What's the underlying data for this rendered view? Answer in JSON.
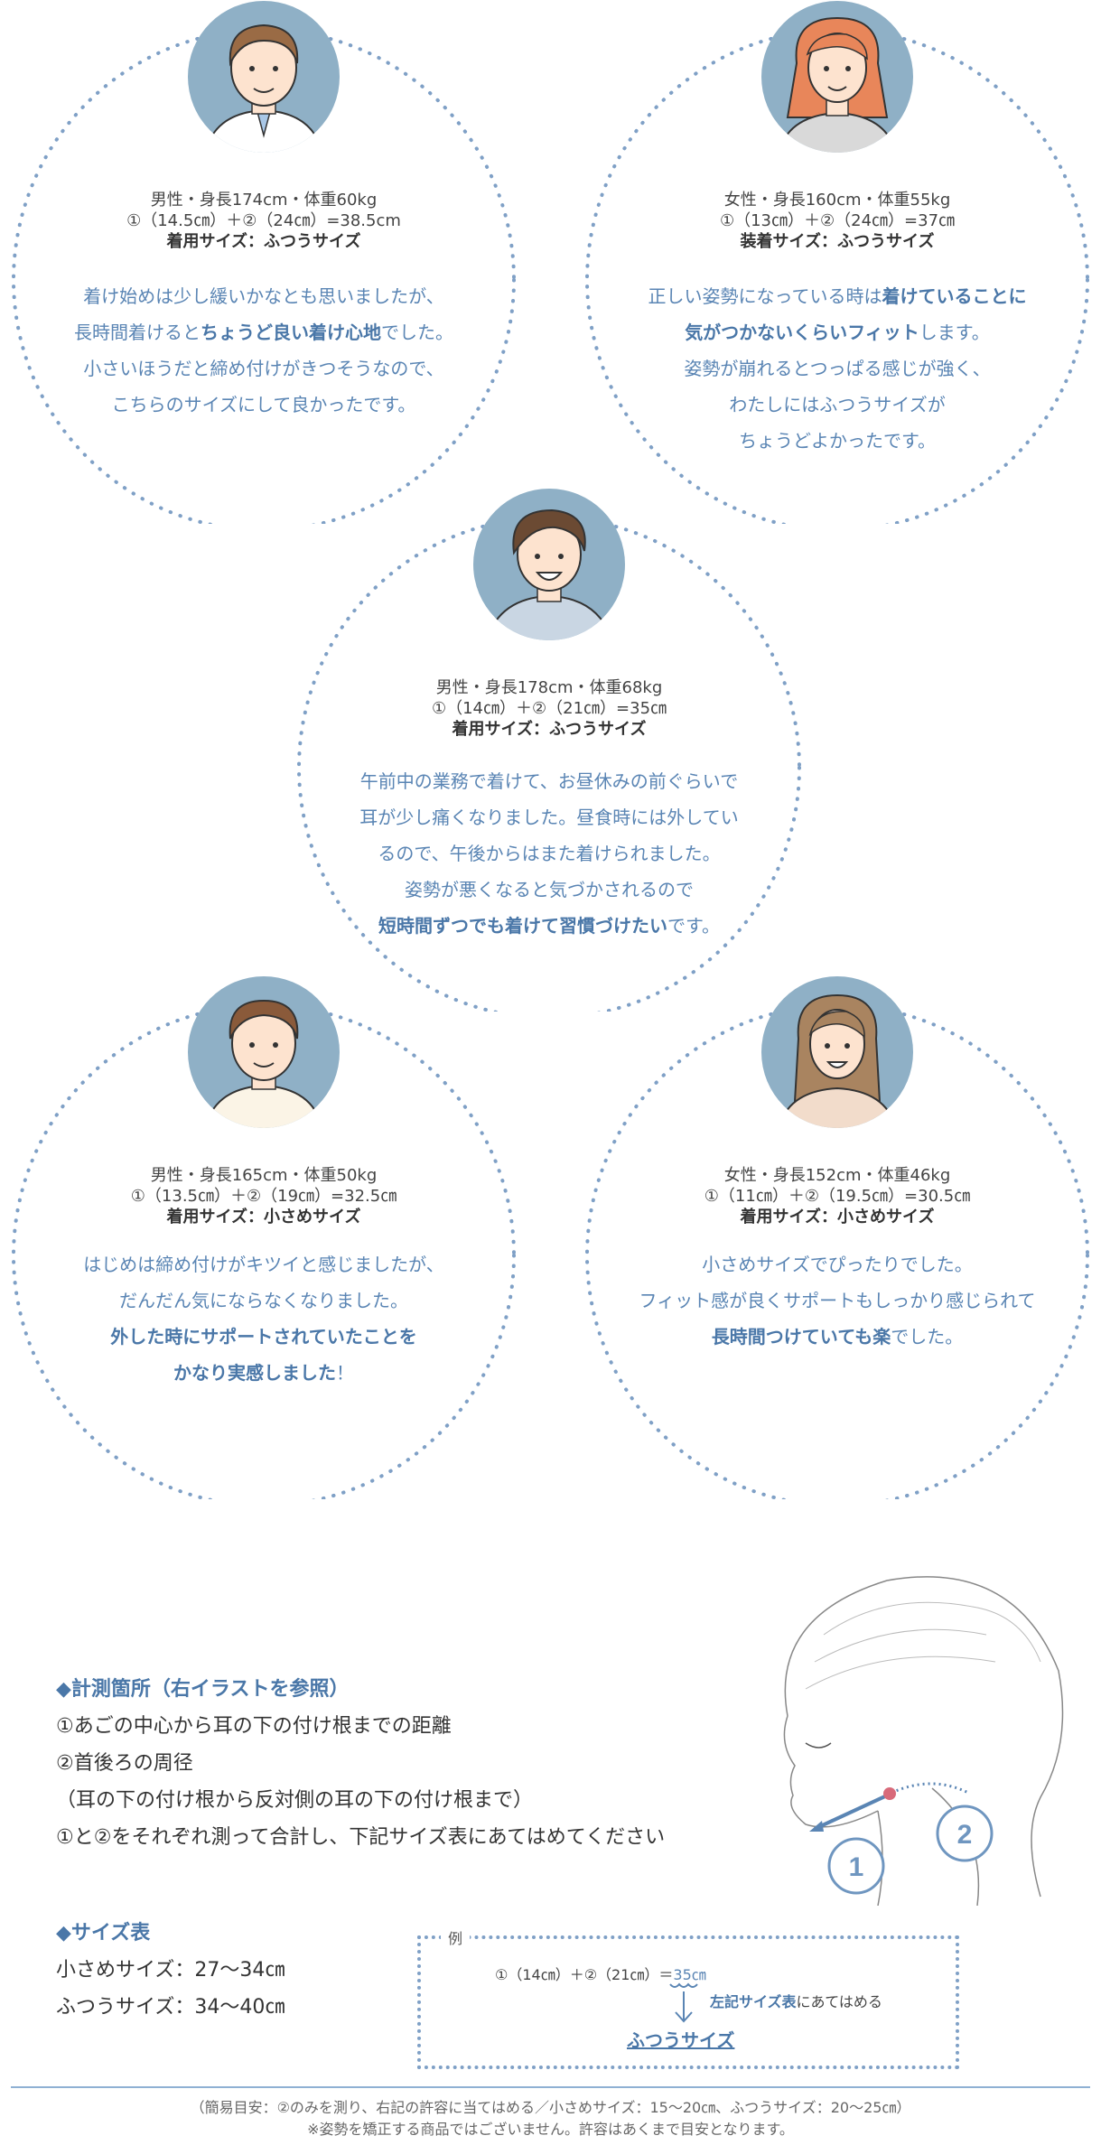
{
  "reviews": [
    {
      "profile": "男性・身長174cm・体重60kg",
      "measure": "①（14.5㎝）＋②（24㎝）=38.5cm",
      "size": "着用サイズ：ふつうサイズ",
      "lines": [
        [
          {
            "t": "着け始めは少し緩いかなとも思いましたが、"
          }
        ],
        [
          {
            "t": "長時間着けると"
          },
          {
            "t": "ちょうど良い着け心地",
            "b": true
          },
          {
            "t": "でした。"
          }
        ],
        [
          {
            "t": "小さいほうだと締め付けがきつそうなので、"
          }
        ],
        [
          {
            "t": "こちらのサイズにして良かったです。"
          }
        ]
      ]
    },
    {
      "profile": "女性・身長160cm・体重55kg",
      "measure": "①（13㎝）＋②（24㎝）=37㎝",
      "size": "装着サイズ：ふつうサイズ",
      "lines": [
        [
          {
            "t": "正しい姿勢になっている時は"
          },
          {
            "t": "着けていることに",
            "b": true
          }
        ],
        [
          {
            "t": "気がつかないくらいフィット",
            "b": true
          },
          {
            "t": "します。"
          }
        ],
        [
          {
            "t": "姿勢が崩れるとつっぱる感じが強く、"
          }
        ],
        [
          {
            "t": "わたしにはふつうサイズが"
          }
        ],
        [
          {
            "t": "ちょうどよかったです。"
          }
        ]
      ]
    },
    {
      "profile": "男性・身長178cm・体重68kg",
      "measure": "①（14㎝）＋②（21㎝）=35㎝",
      "size": "着用サイズ：ふつうサイズ",
      "lines": [
        [
          {
            "t": "午前中の業務で着けて、お昼休みの前ぐらいで"
          }
        ],
        [
          {
            "t": "耳が少し痛くなりました。昼食時には外してい"
          }
        ],
        [
          {
            "t": "るので、午後からはまた着けられました。"
          }
        ],
        [
          {
            "t": "姿勢が悪くなると気づかされるので"
          }
        ],
        [
          {
            "t": "短時間ずつでも着けて習慣づけたい",
            "b": true
          },
          {
            "t": "です。"
          }
        ]
      ]
    },
    {
      "profile": "男性・身長165cm・体重50kg",
      "measure": "①（13.5㎝）＋②（19㎝）=32.5㎝",
      "size": "着用サイズ：小さめサイズ",
      "lines": [
        [
          {
            "t": "はじめは締め付けがキツイと感じましたが、"
          }
        ],
        [
          {
            "t": "だんだん気にならなくなりました。"
          }
        ],
        [
          {
            "t": "外した時にサポートされていたことを",
            "b": true
          }
        ],
        [
          {
            "t": "かなり実感しました",
            "b": true
          },
          {
            "t": "！"
          }
        ]
      ]
    },
    {
      "profile": "女性・身長152cm・体重46kg",
      "measure": "①（11㎝）＋②（19.5㎝）=30.5㎝",
      "size": "着用サイズ：小さめサイズ",
      "lines": [
        [
          {
            "t": "小さめサイズでぴったりでした。"
          }
        ],
        [
          {
            "t": "フィット感が良くサポートもしっかり感じられて"
          }
        ],
        [
          {
            "t": "長時間つけていても楽",
            "b": true
          },
          {
            "t": "でした。"
          }
        ]
      ]
    }
  ],
  "measurement": {
    "heading": "◆計測箇所（右イラストを参照）",
    "item1": "①あごの中心から耳の下の付け根までの距離",
    "item2": "②首後ろの周径",
    "item2_note": "（耳の下の付け根から反対側の耳の下の付け根まで）",
    "instruction": "①と②をそれぞれ測って合計し、下記サイズ表にあてはめてください"
  },
  "size_table": {
    "heading": "◆サイズ表",
    "small": "小さめサイズ：27〜34㎝",
    "regular": "ふつうサイズ：34〜40㎝"
  },
  "example": {
    "label": "例",
    "formula": "①（14㎝）＋②（21㎝）＝",
    "total": "35㎝",
    "apply_bold": "左記サイズ表",
    "apply_rest": "にあてはめる",
    "result": "ふつうサイズ"
  },
  "illustration": {
    "label1": "1",
    "label2": "2"
  },
  "footnote1": "（簡易目安：②のみを測り、右記の許容に当てはめる／小さめサイズ：15〜20㎝、ふつうサイズ：20〜25㎝）",
  "footnote2": "※姿勢を矯正する商品ではございません。許容はあくまで目安となります。",
  "colors": {
    "accent": "#4a77a8",
    "ring": "#7fa0c6",
    "avatar_bg": "#8fb0c6"
  }
}
